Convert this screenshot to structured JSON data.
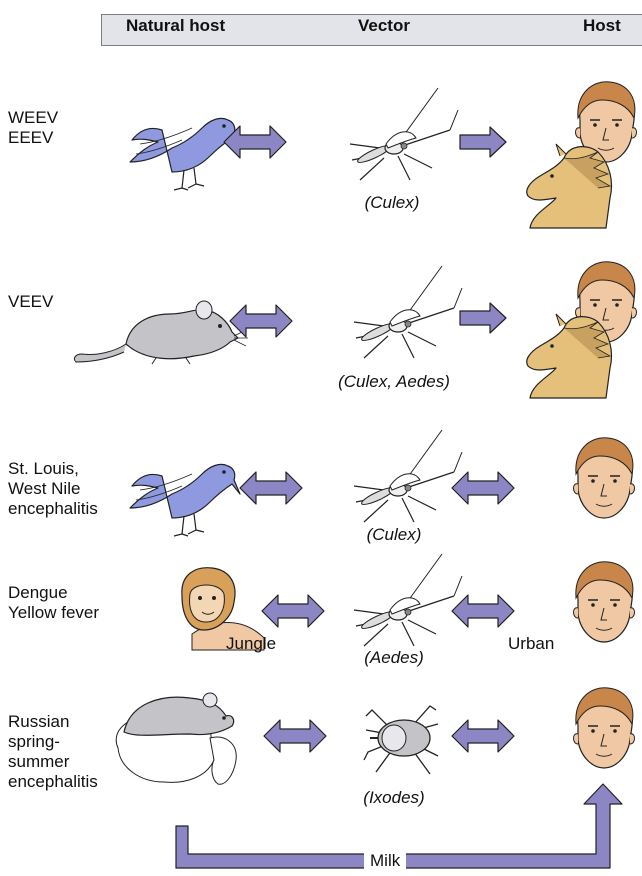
{
  "header": {
    "natural_host": "Natural host",
    "vector": "Vector",
    "host": "Host"
  },
  "rows": [
    {
      "label_lines": [
        "WEEV",
        "EEEV"
      ],
      "natural_host_icon": "bird-icon",
      "vector_icon": "mosquito-icon",
      "vector_label": "(Culex)",
      "host_icons": [
        "human-face-icon",
        "horse-icon"
      ],
      "vector_to_host": "one-way"
    },
    {
      "label_lines": [
        "VEEV"
      ],
      "natural_host_icon": "mouse-icon",
      "vector_icon": "mosquito-icon",
      "vector_label": "(Culex, Aedes)",
      "host_icons": [
        "human-face-icon",
        "horse-icon"
      ],
      "vector_to_host": "one-way"
    },
    {
      "label_lines": [
        "St. Louis,",
        "West Nile",
        "encephalitis"
      ],
      "natural_host_icon": "bird-icon",
      "vector_icon": "mosquito-icon",
      "vector_label": "(Culex)",
      "host_icons": [
        "human-face-icon"
      ],
      "vector_to_host": "two-way"
    },
    {
      "label_lines": [
        "Dengue",
        "Yellow fever"
      ],
      "natural_host_icon": "monkey-icon",
      "vector_icon": "mosquito-icon",
      "vector_label": "(Aedes)",
      "host_icons": [
        "human-face-icon"
      ],
      "vector_to_host": "two-way",
      "left_tag": "Jungle",
      "right_tag": "Urban"
    },
    {
      "label_lines": [
        "Russian",
        "spring-",
        "summer",
        "encephalitis"
      ],
      "natural_host_icon": "mouse-sheep-goat-icon",
      "vector_icon": "tick-icon",
      "vector_label": "(Ixodes)",
      "host_icons": [
        "human-face-icon"
      ],
      "vector_to_host": "two-way",
      "bottom_path_label": "Milk"
    }
  ],
  "colors": {
    "arrow": "#8d86c4",
    "bird": "#8f99e0",
    "mouse": "#c4c4c8",
    "skin": "#f0c9a4",
    "hair": "#c8864a",
    "horse": "#e4c07a",
    "header_bg": "#e3e4ea"
  }
}
